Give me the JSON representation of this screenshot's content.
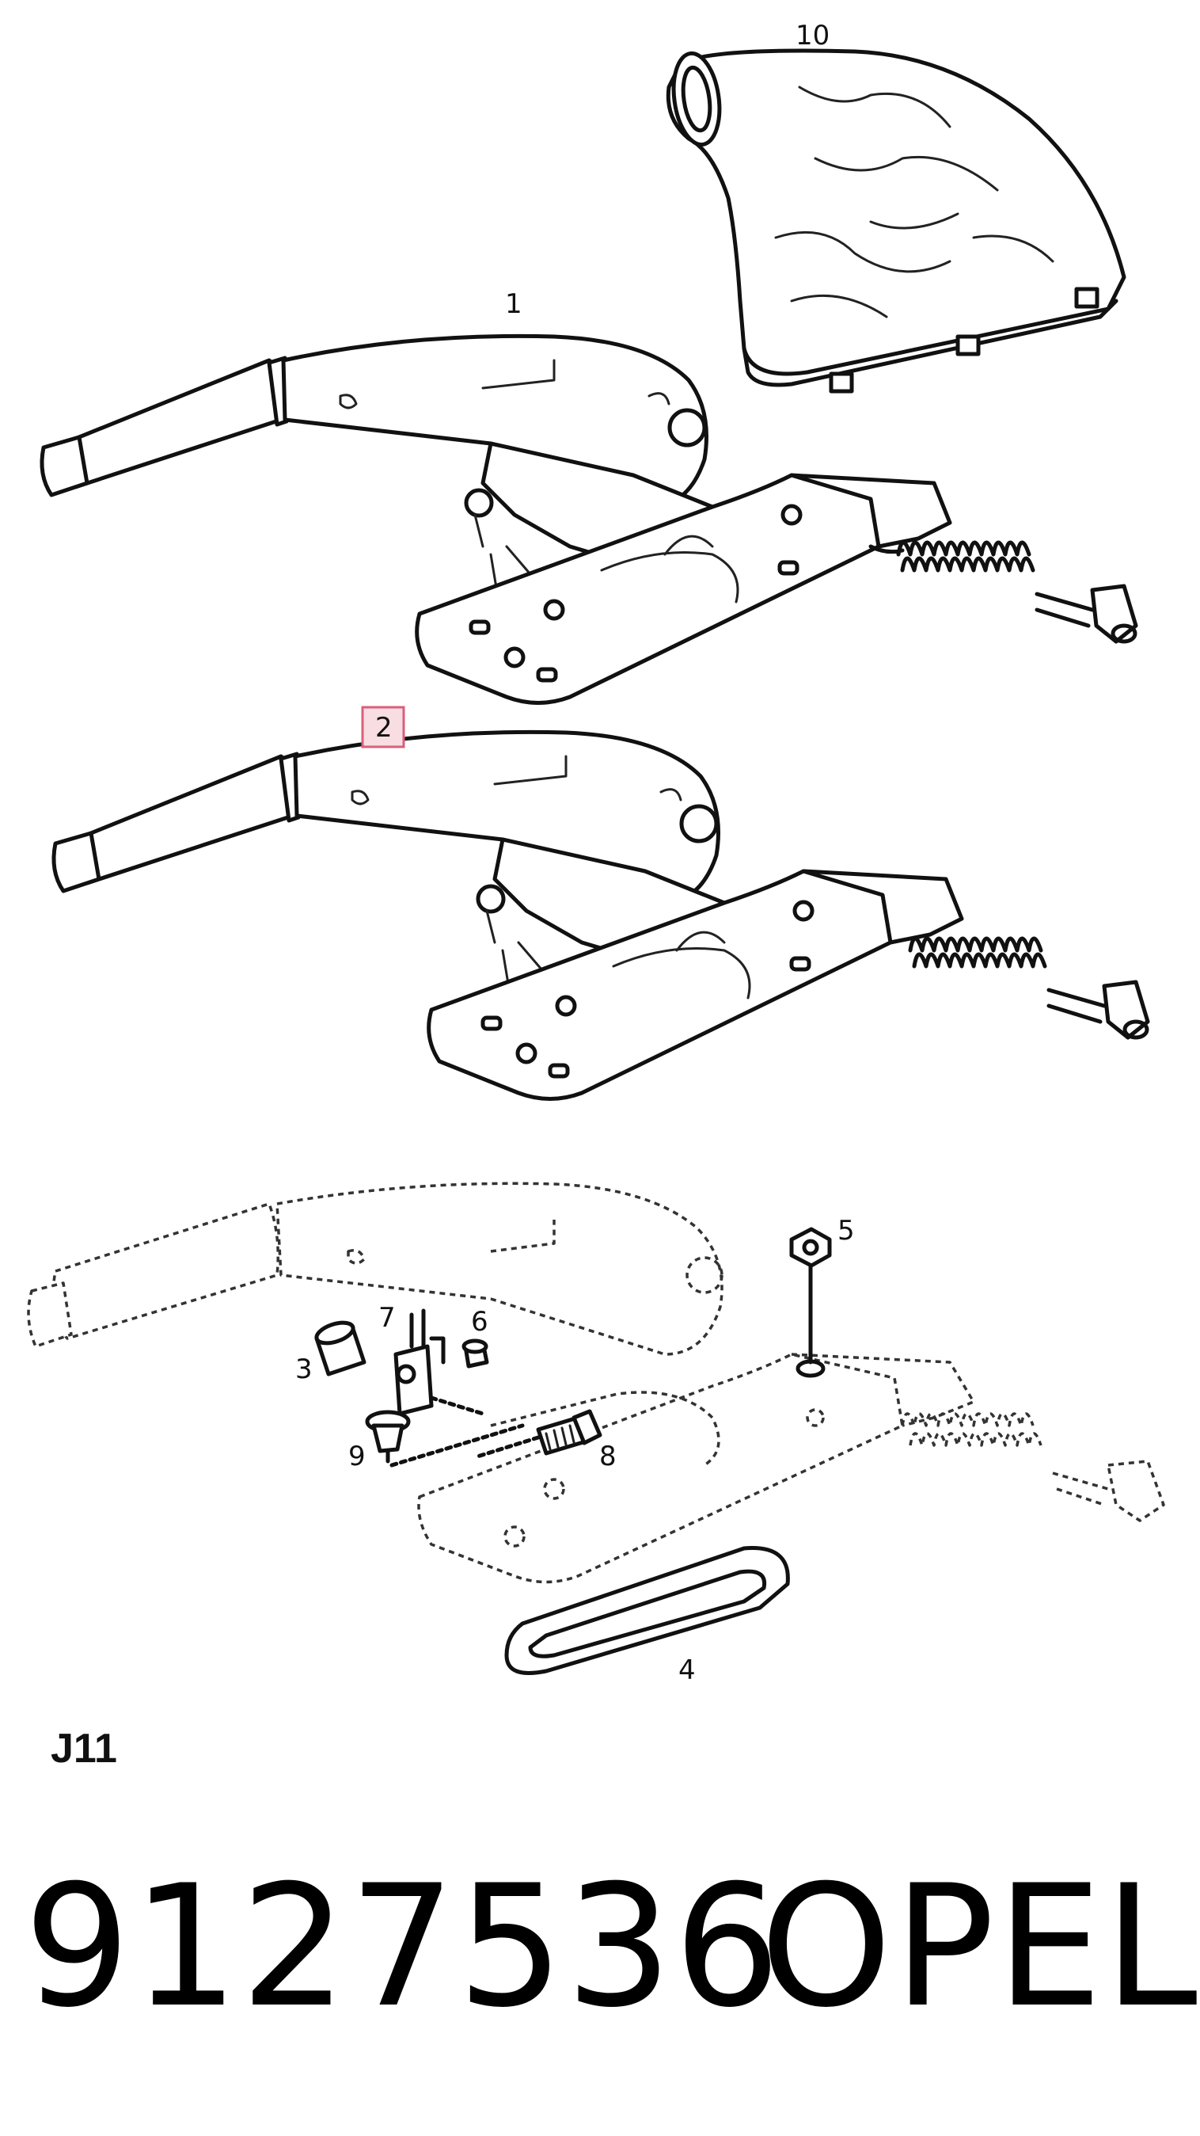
{
  "callouts": {
    "c1": "1",
    "c2": "2",
    "c3": "3",
    "c4": "4",
    "c5": "5",
    "c6": "6",
    "c7": "7",
    "c8": "8",
    "c9": "9",
    "c10": "10"
  },
  "highlighted_callout": "2",
  "highlight_color": "#f8dde2",
  "group_label": "J11",
  "part_number": "9127536",
  "brand": "OPEL"
}
